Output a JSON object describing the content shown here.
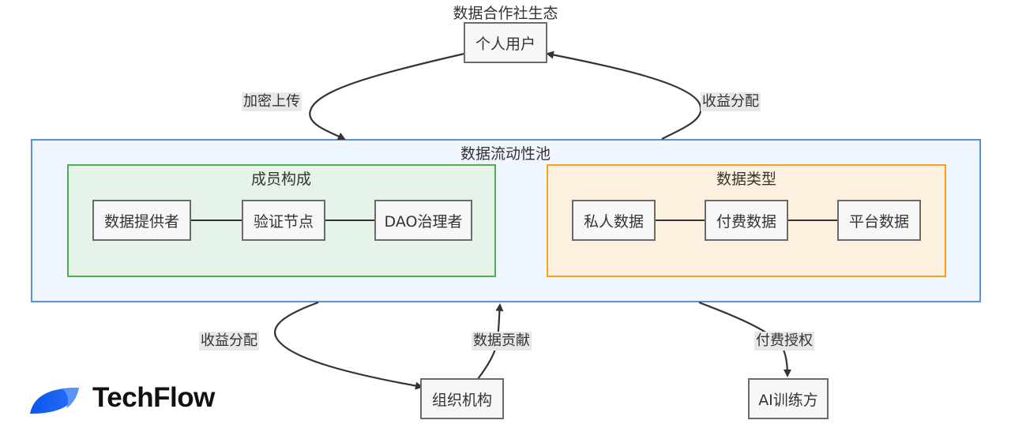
{
  "diagram": {
    "title": "数据合作社生态",
    "nodes": {
      "user": "个人用户",
      "org": "组织机构",
      "ai": "AI训练方"
    },
    "pool": {
      "title": "数据流动性池",
      "members": {
        "title": "成员构成",
        "items": [
          "数据提供者",
          "验证节点",
          "DAO治理者"
        ]
      },
      "types": {
        "title": "数据类型",
        "items": [
          "私人数据",
          "付费数据",
          "平台数据"
        ]
      }
    },
    "edges": [
      {
        "from": "个人用户",
        "to": "数据流动性池",
        "label": "加密上传"
      },
      {
        "from": "数据流动性池",
        "to": "个人用户",
        "label": "收益分配"
      },
      {
        "from": "数据流动性池",
        "to": "组织机构",
        "label": "收益分配"
      },
      {
        "from": "组织机构",
        "to": "数据流动性池",
        "label": "数据贡献"
      },
      {
        "from": "数据流动性池",
        "to": "AI训练方",
        "label": "付费授权"
      }
    ],
    "colors": {
      "pool_border": "#5b8fd8",
      "pool_fill": "#eff6ff",
      "members_border": "#4caf50",
      "members_fill": "#e6f3e8",
      "types_border": "#f5a020",
      "types_fill": "#fef0de"
    }
  },
  "brand": {
    "name": "TechFlow",
    "logo_icon": "leaf-logo-icon"
  }
}
